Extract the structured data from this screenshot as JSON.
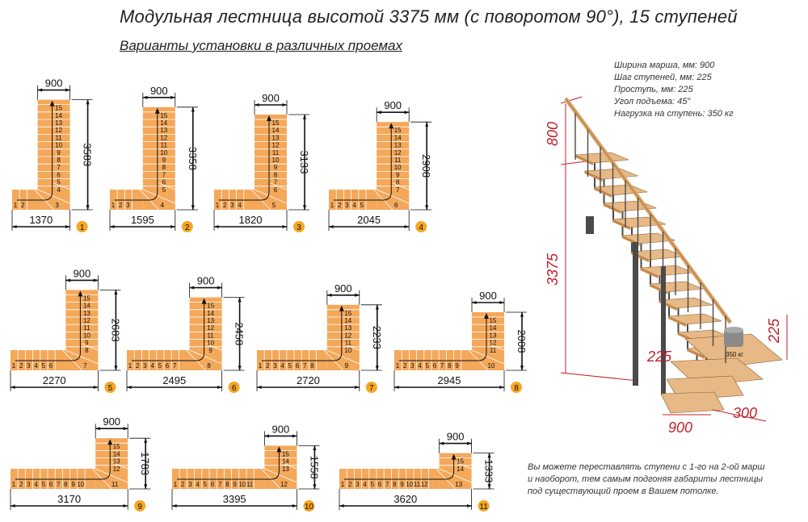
{
  "title": "Модульная лестница высотой 3375 мм (с поворотом 90°), 15 ступеней",
  "subtitle": "Варианты установки в различных проемах",
  "specs": [
    "Ширина марша, мм: 900",
    "Шаг ступеней, мм: 225",
    "Проступь, мм: 225",
    "Угол подъема: 45°",
    "Нагрузка на ступень: 350 кг"
  ],
  "note": [
    "Вы можете переставлять ступени с 1-го на 2-ой марш",
    "и наоборот, тем самым подгоняя габариты лестницы",
    "под существующий проем в Вашем потолке."
  ],
  "colors": {
    "wood": "#f4a85a",
    "wood_line": "#ffffff",
    "metal": "#4a4a4a",
    "accent": "#f5a623",
    "dim_red": "#c0202a",
    "ink": "#111111"
  },
  "variants": [
    {
      "num": "1",
      "top": "900",
      "height": "3583",
      "length": "1370",
      "lower_labels": [
        "1",
        "2",
        "3"
      ],
      "upper_labels": [
        "15",
        "14",
        "13",
        "12",
        "11",
        "10",
        "9",
        "8",
        "7",
        "6",
        "5",
        "4"
      ]
    },
    {
      "num": "2",
      "top": "900",
      "height": "3358",
      "length": "1595",
      "lower_labels": [
        "1",
        "2",
        "3",
        "4"
      ],
      "upper_labels": [
        "15",
        "14",
        "13",
        "12",
        "11",
        "10",
        "9",
        "8",
        "7",
        "6",
        "5"
      ]
    },
    {
      "num": "3",
      "top": "900",
      "height": "3133",
      "length": "1820",
      "lower_labels": [
        "1",
        "2",
        "3",
        "4",
        "5"
      ],
      "upper_labels": [
        "15",
        "14",
        "13",
        "12",
        "11",
        "10",
        "9",
        "8",
        "7",
        "6"
      ]
    },
    {
      "num": "4",
      "top": "900",
      "height": "2908",
      "length": "2045",
      "lower_labels": [
        "1",
        "2",
        "3",
        "4",
        "5",
        "6"
      ],
      "upper_labels": [
        "15",
        "14",
        "13",
        "12",
        "11",
        "10",
        "9",
        "8",
        "7"
      ]
    },
    {
      "num": "5",
      "top": "900",
      "height": "2683",
      "length": "2270",
      "lower_labels": [
        "1",
        "2",
        "3",
        "4",
        "5",
        "6",
        "7"
      ],
      "upper_labels": [
        "15",
        "14",
        "13",
        "12",
        "11",
        "10",
        "9",
        "8"
      ]
    },
    {
      "num": "6",
      "top": "900",
      "height": "2458",
      "length": "2495",
      "lower_labels": [
        "1",
        "2",
        "3",
        "4",
        "5",
        "6",
        "7",
        "8"
      ],
      "upper_labels": [
        "15",
        "14",
        "13",
        "12",
        "11",
        "10",
        "9"
      ]
    },
    {
      "num": "7",
      "top": "900",
      "height": "2233",
      "length": "2720",
      "lower_labels": [
        "1",
        "2",
        "3",
        "4",
        "5",
        "6",
        "7",
        "8",
        "9"
      ],
      "upper_labels": [
        "15",
        "14",
        "13",
        "12",
        "11",
        "10"
      ]
    },
    {
      "num": "8",
      "top": "900",
      "height": "2008",
      "length": "2945",
      "lower_labels": [
        "1",
        "2",
        "3",
        "4",
        "5",
        "6",
        "7",
        "8",
        "9",
        "10"
      ],
      "upper_labels": [
        "15",
        "14",
        "13",
        "12",
        "11"
      ]
    },
    {
      "num": "9",
      "top": "900",
      "height": "1783",
      "length": "3170",
      "lower_labels": [
        "1",
        "2",
        "3",
        "4",
        "5",
        "6",
        "7",
        "8",
        "9",
        "10",
        "11"
      ],
      "upper_labels": [
        "15",
        "14",
        "13",
        "12"
      ]
    },
    {
      "num": "10",
      "top": "900",
      "height": "1558",
      "length": "3395",
      "lower_labels": [
        "1",
        "2",
        "3",
        "4",
        "5",
        "6",
        "7",
        "8",
        "9",
        "10",
        "11",
        "12"
      ],
      "upper_labels": [
        "15",
        "14",
        "13"
      ]
    },
    {
      "num": "11",
      "top": "900",
      "height": "1333",
      "length": "3620",
      "lower_labels": [
        "1",
        "2",
        "3",
        "4",
        "5",
        "6",
        "7",
        "8",
        "9",
        "10",
        "11",
        "12",
        "13"
      ],
      "upper_labels": [
        "15",
        "14"
      ]
    }
  ],
  "model_3d": {
    "height": "3375",
    "handrail": "800",
    "step_rise": "225",
    "step_rise_side": "225",
    "width": "900",
    "tread": "300",
    "load": "350 кг"
  }
}
